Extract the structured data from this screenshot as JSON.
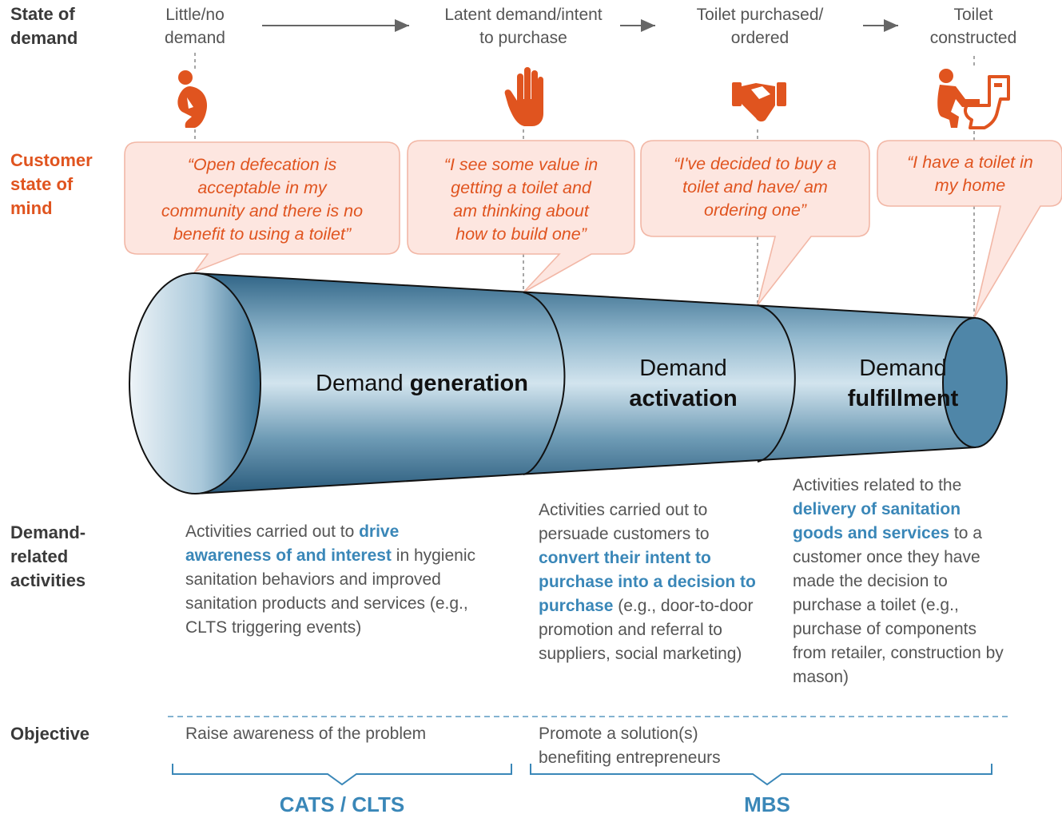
{
  "row_labels": {
    "state_of_demand": [
      "State of",
      "demand"
    ],
    "customer_state_of_mind": [
      "Customer",
      "state of",
      "mind"
    ],
    "demand_related_activities": [
      "Demand-",
      "related",
      "activities"
    ],
    "objective": "Objective"
  },
  "stages": [
    {
      "lines": [
        "Little/no",
        "demand"
      ],
      "icon": "person-squatting-icon"
    },
    {
      "lines": [
        "Latent demand/intent",
        "to purchase"
      ],
      "icon": "raised-hand-icon"
    },
    {
      "lines": [
        "Toilet purchased/",
        "ordered"
      ],
      "icon": "handshake-icon"
    },
    {
      "lines": [
        "Toilet",
        "constructed"
      ],
      "icon": "person-on-toilet-icon"
    }
  ],
  "quotes": [
    [
      "“Open defecation is",
      "acceptable in my",
      "community and there is no",
      "benefit to using a toilet”"
    ],
    [
      "“I see some value in",
      "getting a toilet and",
      "am thinking about",
      "how to build one”"
    ],
    [
      "“I've  decided to buy a",
      "toilet and have/ am",
      "ordering one”"
    ],
    [
      "“I have a toilet in",
      "my home"
    ]
  ],
  "funnel_sections": [
    {
      "normal": "Demand",
      "bold": "generation"
    },
    {
      "normal": "Demand",
      "bold": "activation"
    },
    {
      "normal": "Demand",
      "bold": "fulfillment"
    }
  ],
  "activities": [
    {
      "parts": [
        {
          "text": "Activities carried out to ",
          "hl": false
        },
        {
          "text": "drive awareness of and interest",
          "hl": true
        },
        {
          "text": " in hygienic sanitation behaviors and improved sanitation products and services (e.g., CLTS triggering events)",
          "hl": false
        }
      ]
    },
    {
      "parts": [
        {
          "text": "Activities carried out to persuade customers to ",
          "hl": false
        },
        {
          "text": "convert their intent to purchase into a decision to purchase",
          "hl": true
        },
        {
          "text": " (e.g., door-to-door promotion and referral to suppliers, social marketing)",
          "hl": false
        }
      ]
    },
    {
      "parts": [
        {
          "text": "Activities related to the ",
          "hl": false
        },
        {
          "text": "delivery of sanitation goods and services",
          "hl": true
        },
        {
          "text": " to a customer once they have made the decision to purchase a toilet (e.g., purchase of components from retailer, construction by mason)",
          "hl": false
        }
      ]
    }
  ],
  "objectives": [
    [
      "Raise awareness of the problem"
    ],
    [
      "Promote a solution(s)",
      "benefiting entrepreneurs"
    ]
  ],
  "methods": [
    "CATS / CLTS",
    "MBS"
  ],
  "colors": {
    "accent_orange": "#e0541f",
    "bubble_fill": "#fde6e0",
    "bubble_stroke": "#f2b7a6",
    "highlight_blue": "#3a87b8",
    "funnel_dark": "#2f6486",
    "funnel_light": "#d2e4ee"
  }
}
